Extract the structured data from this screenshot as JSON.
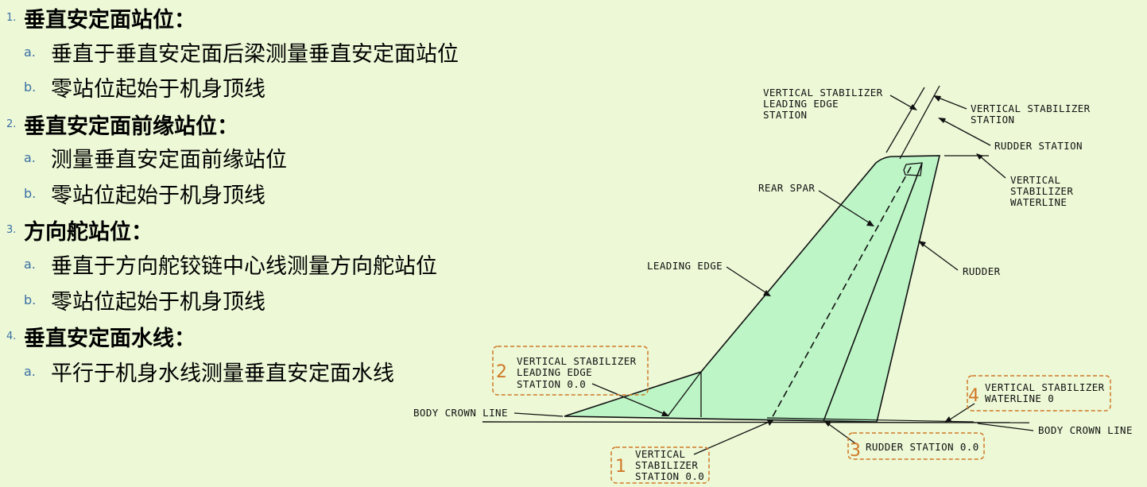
{
  "outline": [
    {
      "num": "1.",
      "title": "垂直安定面站位：",
      "items": [
        {
          "num": "a.",
          "text": "垂直于垂直安定面后梁测量垂直安定面站位"
        },
        {
          "num": "b.",
          "text": "零站位起始于机身顶线"
        }
      ]
    },
    {
      "num": "2.",
      "title": "垂直安定面前缘站位：",
      "items": [
        {
          "num": "a.",
          "text": "测量垂直安定面前缘站位"
        },
        {
          "num": "b.",
          "text": "零站位起始于机身顶线"
        }
      ]
    },
    {
      "num": "3.",
      "title": "方向舵站位：",
      "items": [
        {
          "num": "a.",
          "text": "垂直于方向舵铰链中心线测量方向舵站位"
        },
        {
          "num": "b.",
          "text": "零站位起始于机身顶线"
        }
      ]
    },
    {
      "num": "4.",
      "title": "垂直安定面水线：",
      "items": [
        {
          "num": "a.",
          "text": "平行于机身水线测量垂直安定面水线"
        }
      ]
    }
  ],
  "diagram": {
    "labels": {
      "vs_le_station": [
        "VERTICAL STABILIZER",
        "LEADING EDGE",
        "STATION"
      ],
      "vs_station": [
        "VERTICAL STABILIZER",
        "STATION"
      ],
      "rudder_station": "RUDDER STATION",
      "vs_waterline": [
        "VERTICAL",
        "STABILIZER",
        "WATERLINE"
      ],
      "rear_spar": "REAR SPAR",
      "leading_edge": "LEADING EDGE",
      "rudder": "RUDDER",
      "body_crown_line_left": "BODY CROWN LINE",
      "body_crown_line_right": "BODY CROWN LINE"
    },
    "callouts": [
      {
        "num": "1",
        "lines": [
          "VERTICAL",
          "STABILIZER",
          "STATION 0.0"
        ]
      },
      {
        "num": "2",
        "lines": [
          "VERTICAL STABILIZER",
          "LEADING EDGE",
          "STATION 0.0"
        ]
      },
      {
        "num": "3",
        "lines": [
          "RUDDER STATION 0.0"
        ]
      },
      {
        "num": "4",
        "lines": [
          "VERTICAL STABILIZER",
          "WATERLINE 0"
        ]
      }
    ],
    "colors": {
      "fin_fill": "#bdf5c6",
      "callout_border": "#d07826",
      "accent": "#3a6fa5"
    }
  }
}
